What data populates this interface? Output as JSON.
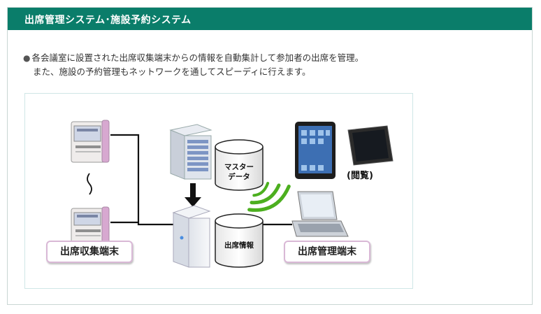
{
  "header": {
    "title": "出席管理システム･施設予約システム"
  },
  "description": {
    "bullet": "●",
    "line1": "各会議室に設置された出席収集端末からの情報を自動集計して参加者の出席を管理。",
    "line2": "また、施設の予約管理もネットワークを通してスピーディに行えます。"
  },
  "diagram": {
    "collection_terminal_label": "出席収集端末",
    "management_terminal_label": "出席管理端末",
    "master_data_line1": "マスター",
    "master_data_line2": "データ",
    "attendance_info_label": "出席情報",
    "viewing_label": "(閲覧)",
    "colors": {
      "header_bg": "#0a7d6a",
      "label_border": "#d9b8d6",
      "wifi": "#4caf1f"
    },
    "icons": [
      "card-reader-icon",
      "server-rack-icon",
      "server-tower-icon",
      "database-cylinder-icon",
      "wifi-signal-icon",
      "tablet-icon",
      "laptop-icon",
      "down-arrow-icon"
    ]
  }
}
